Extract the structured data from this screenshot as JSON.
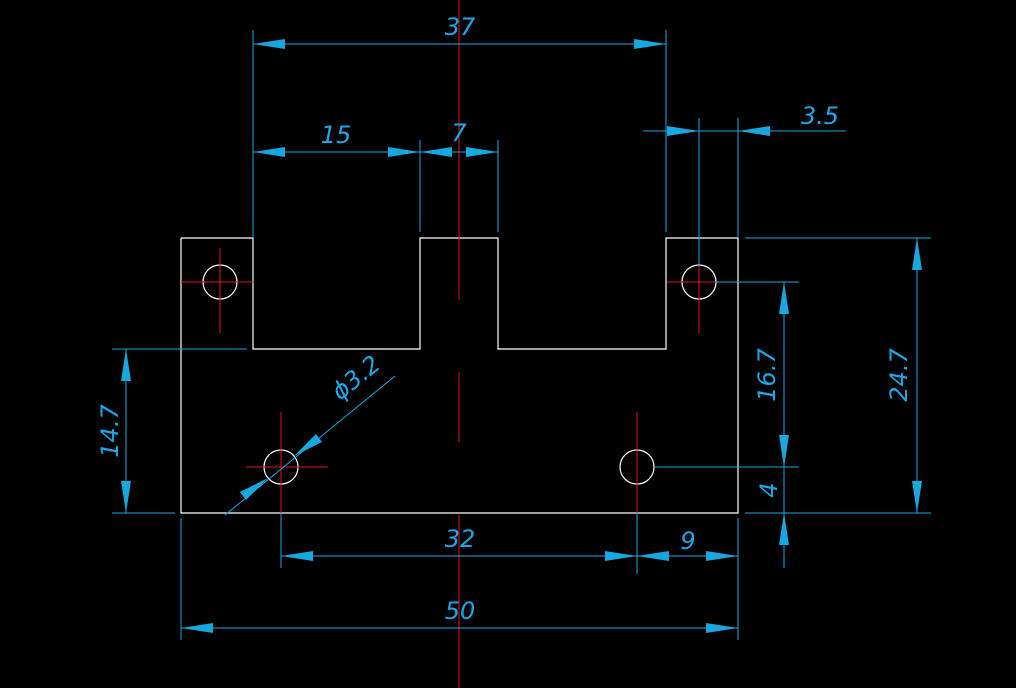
{
  "drawing": {
    "background": "#000000",
    "colors": {
      "outline": "#ffffff",
      "dimension": "#18a8e0",
      "centerline": "#e0141e"
    },
    "dimensions": {
      "overall_width": "50",
      "top_width": "37",
      "left_step": "15",
      "slot_width": "7",
      "tab_width": "3.5",
      "hole_spacing": "32",
      "hole_offset_right": "9",
      "left_height": "14.7",
      "hole_diameter": "ϕ3.2",
      "upper_hole_height": "16.7",
      "lower_hole_height": "4",
      "total_height": "24.7"
    }
  }
}
